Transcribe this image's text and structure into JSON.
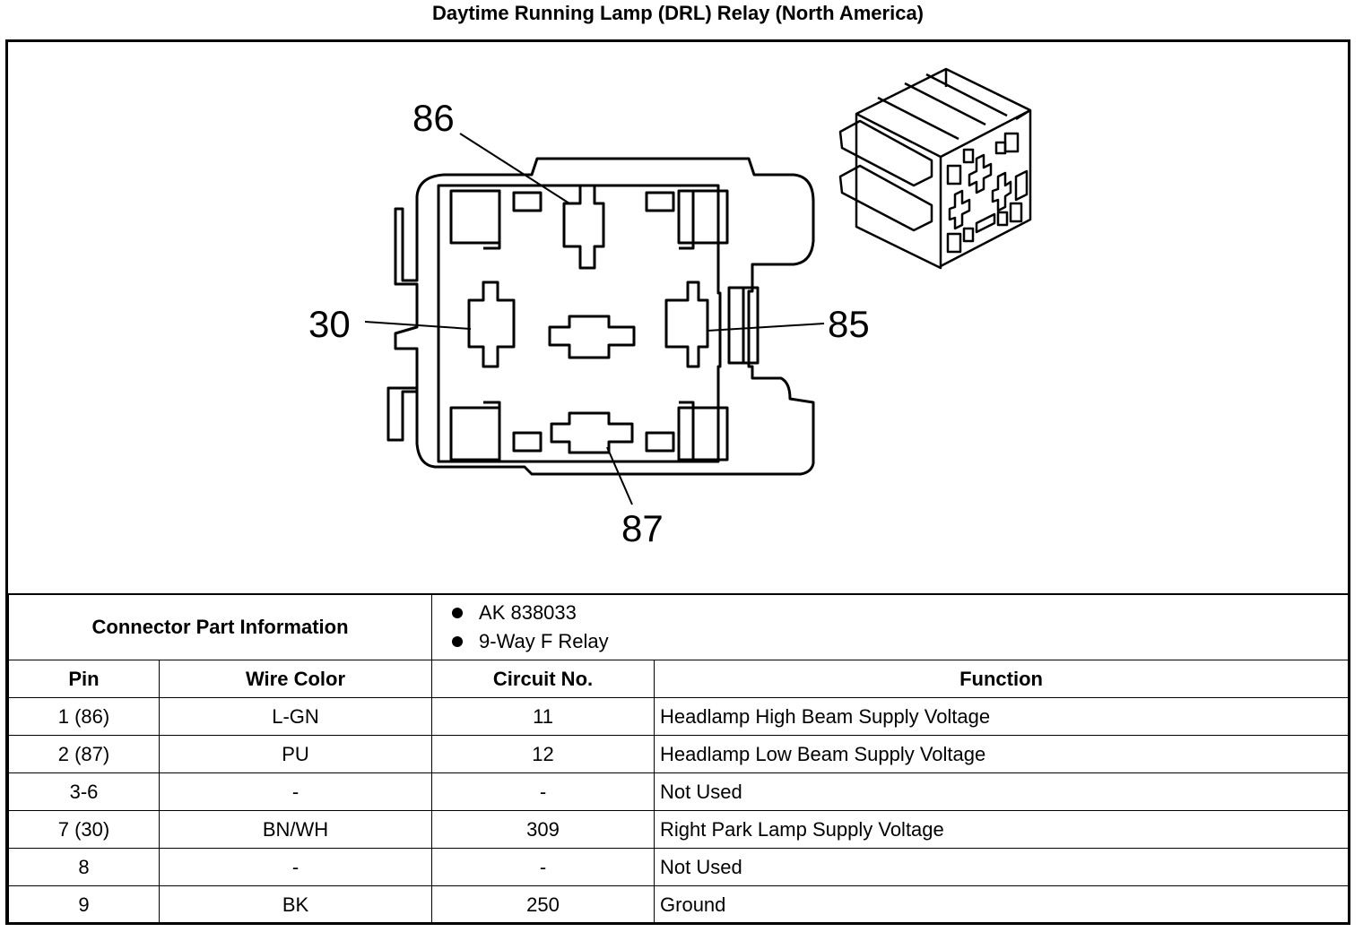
{
  "title": "Daytime Running Lamp (DRL) Relay (North America)",
  "diagram": {
    "pin_labels": [
      "86",
      "30",
      "85",
      "87"
    ]
  },
  "connector_info": {
    "label": "Connector Part Information",
    "items": [
      "AK 838033",
      "9-Way F Relay"
    ]
  },
  "table": {
    "headers": [
      "Pin",
      "Wire Color",
      "Circuit No.",
      "Function"
    ],
    "rows": [
      {
        "pin": "1 (86)",
        "wire": "L-GN",
        "circuit": "11",
        "function": "Headlamp High Beam Supply Voltage"
      },
      {
        "pin": "2 (87)",
        "wire": "PU",
        "circuit": "12",
        "function": "Headlamp Low Beam Supply Voltage"
      },
      {
        "pin": "3-6",
        "wire": "-",
        "circuit": "-",
        "function": "Not Used"
      },
      {
        "pin": "7 (30)",
        "wire": "BN/WH",
        "circuit": "309",
        "function": "Right Park Lamp Supply Voltage"
      },
      {
        "pin": "8",
        "wire": "-",
        "circuit": "-",
        "function": "Not Used"
      },
      {
        "pin": "9",
        "wire": "BK",
        "circuit": "250",
        "function": "Ground"
      }
    ]
  }
}
